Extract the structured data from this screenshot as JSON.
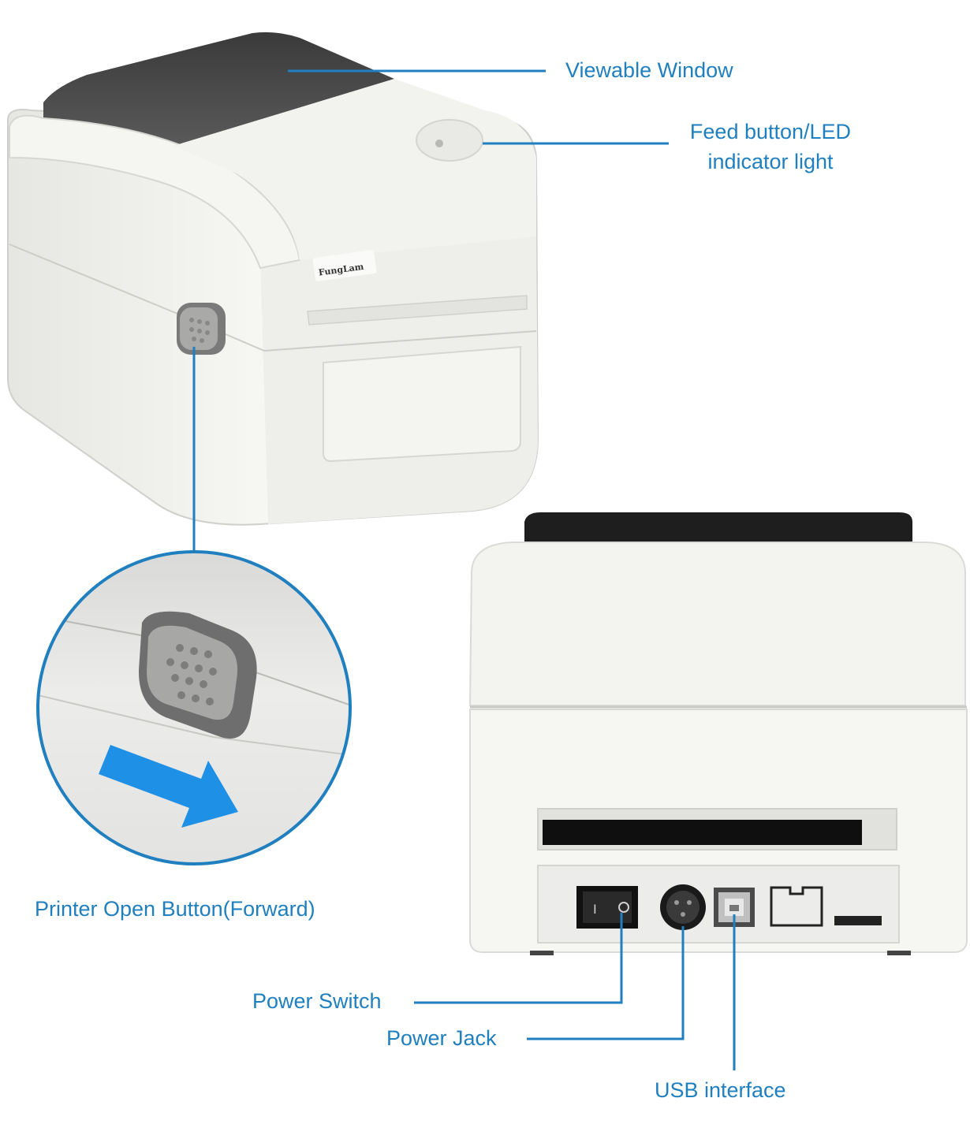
{
  "brand": {
    "logo_text": "FungLam"
  },
  "colors": {
    "callout": "#1f7fbf",
    "arrow": "#1e90e6",
    "body": "#f1f1ee",
    "lid": "#2f2f2f"
  },
  "callouts": {
    "viewable_window": "Viewable Window",
    "feed_button_line1": "Feed button/LED",
    "feed_button_line2": "indicator light",
    "open_button": "Printer Open Button(Forward)",
    "power_switch": "Power Switch",
    "power_jack": "Power Jack",
    "usb_interface": "USB interface"
  },
  "power_switch_glyphs": {
    "on": "I",
    "off": "O"
  }
}
